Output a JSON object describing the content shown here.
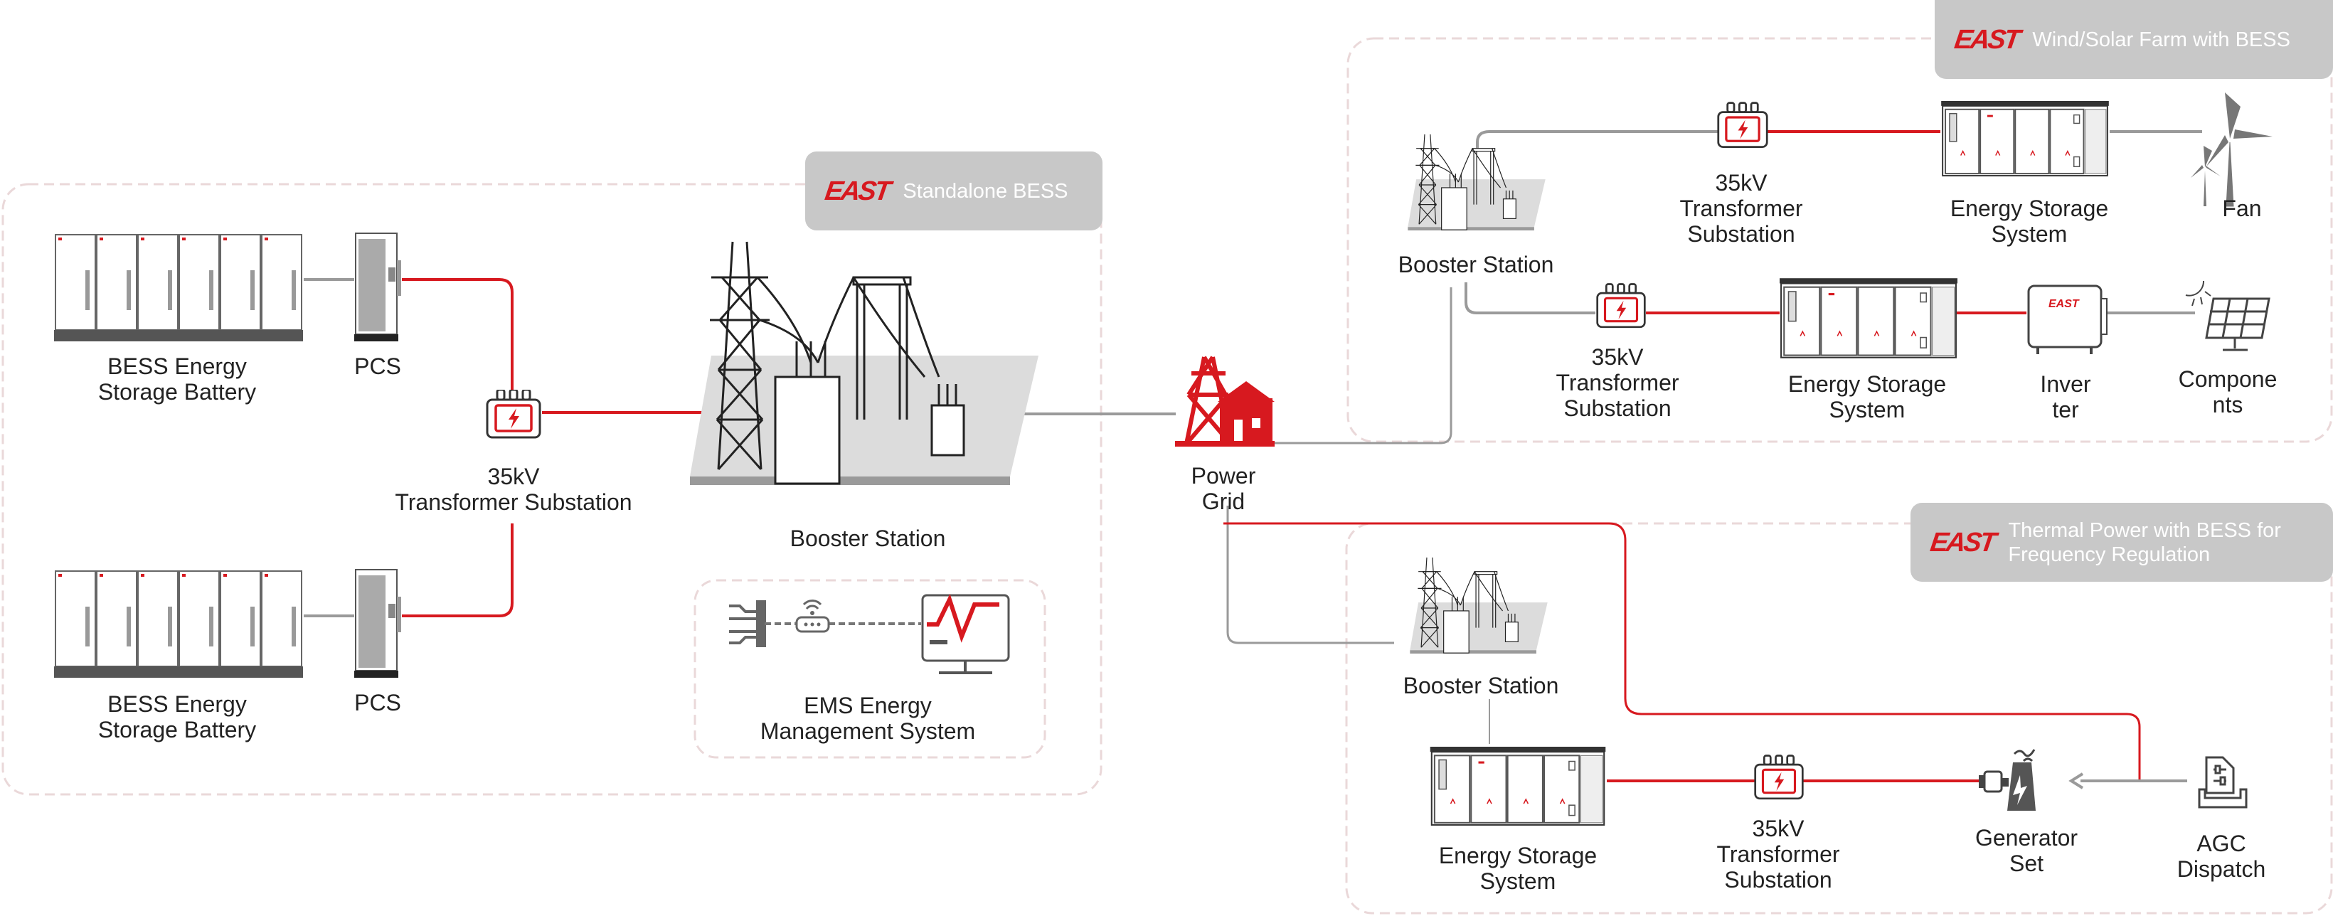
{
  "brand": {
    "logo_text": "EAST",
    "accent": "#d7191f",
    "panel_gray": "#c8c8c8"
  },
  "sections": {
    "standalone": {
      "title": "Standalone BESS"
    },
    "wind_solar": {
      "title": "Wind/Solar Farm with BESS"
    },
    "thermal": {
      "title": "Thermal Power with BESS for\nFrequency Regulation"
    }
  },
  "standalone": {
    "battery_top": "BESS Energy\nStorage Battery",
    "pcs_top": "PCS",
    "transformer": "35kV\nTransformer Substation",
    "booster": "Booster Station",
    "battery_bottom": "BESS Energy\nStorage Battery",
    "pcs_bottom": "PCS",
    "ems": "EMS Energy\nManagement System"
  },
  "grid": {
    "label": "Power\nGrid"
  },
  "wind_solar": {
    "booster": "Booster Station",
    "transformer_1": "35kV\nTransformer\nSubstation",
    "ess_1": "Energy Storage\nSystem",
    "fan": "Fan",
    "transformer_2": "35kV\nTransformer\nSubstation",
    "ess_2": "Energy Storage\nSystem",
    "inverter": "Inver\nter",
    "components": "Compone\nnts"
  },
  "thermal": {
    "booster": "Booster Station",
    "ess": "Energy Storage\nSystem",
    "transformer": "35kV\nTransformer\nSubstation",
    "generator": "Generator\nSet",
    "agc": "AGC\nDispatch"
  }
}
